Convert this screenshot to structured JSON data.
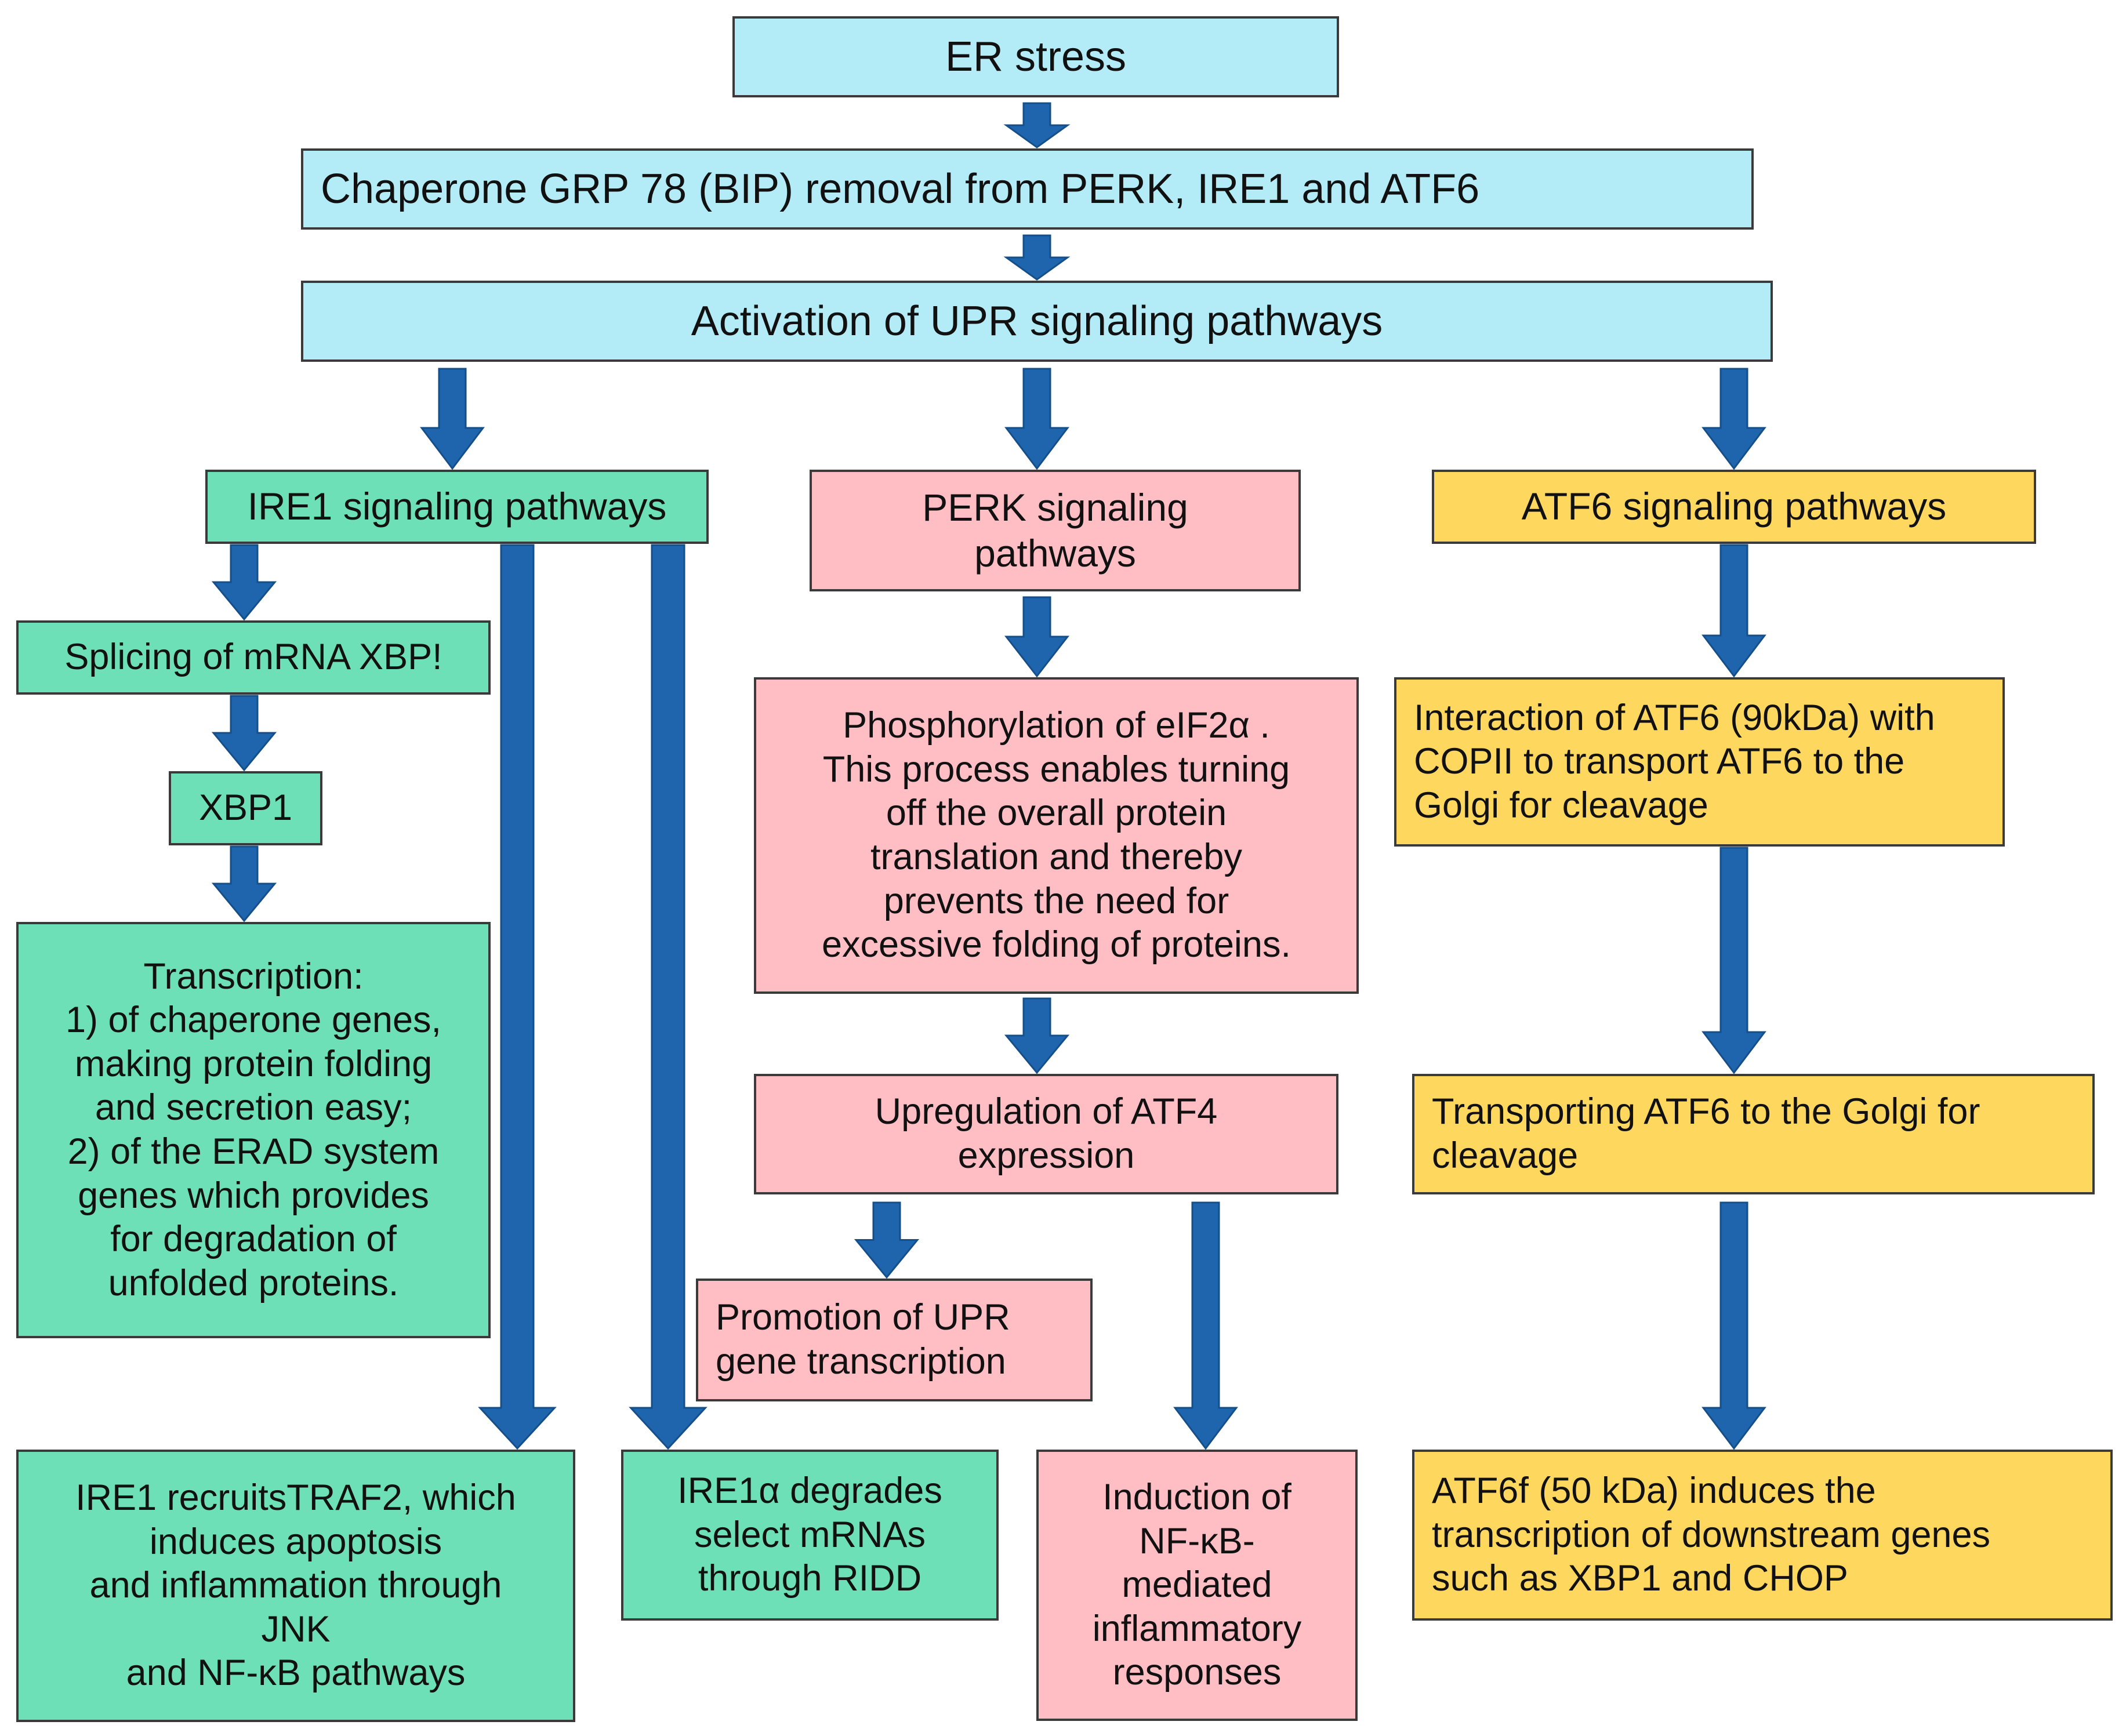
{
  "diagram": {
    "er_stress": "ER stress",
    "chaperone_removal": "Chaperone GRP 78 (BIP) removal from PERK, IRE1 and ATF6",
    "upr_activation": "Activation of UPR signaling pathways",
    "ire1": {
      "header": "IRE1  signaling pathways",
      "splicing": "Splicing of mRNA XBP!",
      "xbp1": "XBP1",
      "transcription": "Transcription:\n1) of chaperone genes,\nmaking protein folding\nand secretion easy;\n2) of the ERAD system\ngenes which provides\nfor degradation of\nunfolded proteins.",
      "traf2": "IRE1 recruitsTRAF2, which\ninduces apoptosis\nand inflammation through\nJNK\nand NF-κB pathways",
      "ridd": "IRE1α degrades\nselect mRNAs\nthrough RIDD"
    },
    "perk": {
      "header": "PERK  signaling\npathways",
      "phosphorylation": "Phosphorylation of eIF2α .\nThis process enables turning\noff the overall protein\ntranslation and thereby\nprevents the need for\nexcessive folding of proteins.",
      "atf4": "Upregulation of ATF4\nexpression",
      "promotion": "Promotion  of UPR\ngene transcription",
      "nfkb": "Induction of\nNF-κB-\nmediated\ninflammatory\nresponses"
    },
    "atf6": {
      "header": "ATF6  signaling pathways",
      "interaction": "Interaction of ATF6  (90kDa) with\nCOPII to transport ATF6  to the\nGolgi for cleavage",
      "transporting": "Transporting  ATF6  to the Golgi for\ncleavage",
      "atf6f": "ATF6f (50 kDa)  induces the\ntranscription of downstream genes\nsuch as XBP1 and CHOP"
    }
  },
  "colors": {
    "general": "#b3ecf7",
    "ire1": "#6ee0b8",
    "perk": "#ffbdc4",
    "atf6": "#fed75f",
    "arrow": "#1f65ad"
  }
}
